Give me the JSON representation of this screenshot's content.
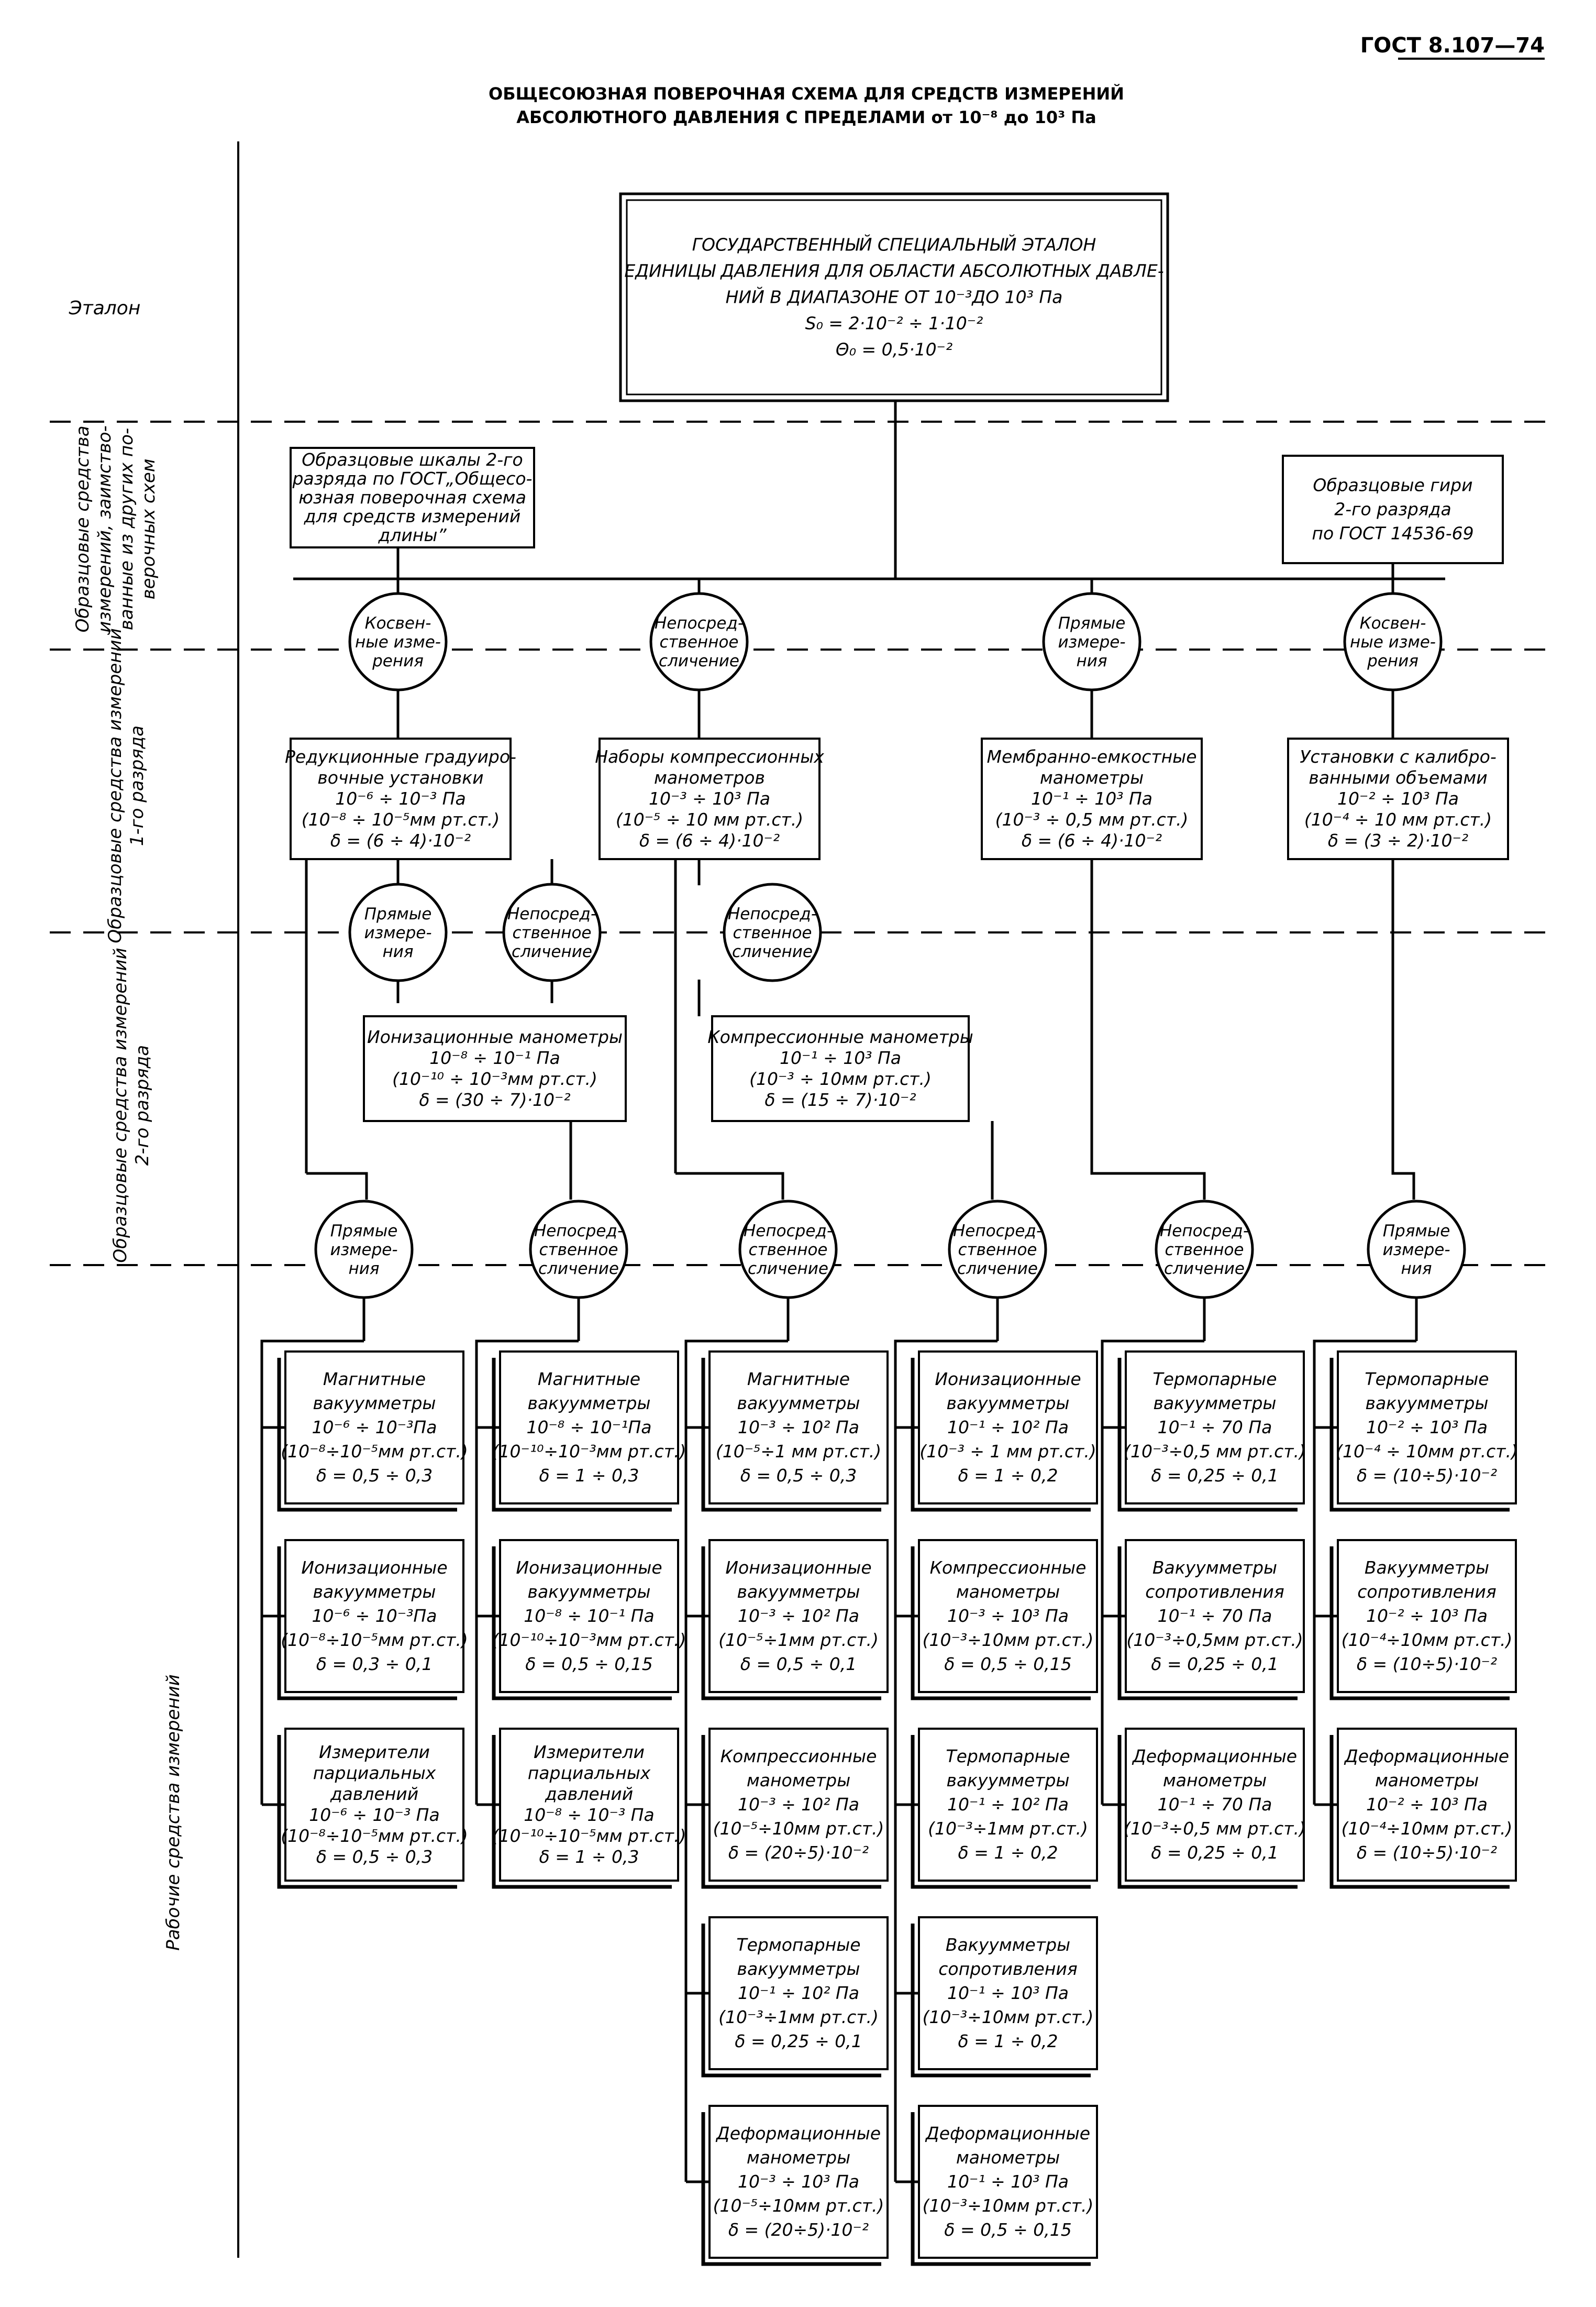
{
  "header": {
    "doc_code": "ГОСТ 8.107—74",
    "title_line1": "ОБЩЕСОЮЗНАЯ ПОВЕРОЧНАЯ СХЕМА ДЛЯ СРЕДСТВ ИЗМЕРЕНИЙ",
    "title_line2": "АБСОЛЮТНОГО ДАВЛЕНИЯ С ПРЕДЕЛАМИ от 10⁻⁸ до 10³ Па"
  },
  "categories": [
    {
      "id": "cat-etalon",
      "lines": [
        "Эталон"
      ]
    },
    {
      "id": "cat-borrowed",
      "lines": [
        "Образцовые средства",
        "измерений, заимство-",
        "ванные из других по-",
        "верочных схем"
      ]
    },
    {
      "id": "cat-rank1",
      "lines": [
        "Образцовые средства измерений",
        "1-го разряда"
      ]
    },
    {
      "id": "cat-rank2",
      "lines": [
        "Образцовые средства измерений",
        "2-го разряда"
      ]
    },
    {
      "id": "cat-working",
      "lines": [
        "Рабочие   средства   измерений"
      ]
    }
  ],
  "etalon": {
    "lines": [
      "ГОСУДАРСТВЕННЫЙ СПЕЦИАЛЬНЫЙ ЭТАЛОН",
      "ЕДИНИЦЫ ДАВЛЕНИЯ ДЛЯ ОБЛАСТИ АБСОЛЮТНЫХ ДАВЛЕ-",
      "НИЙ В ДИАПАЗОНЕ ОТ 10⁻³ДО 10³ Па",
      "S₀ = 2·10⁻² ÷ 1·10⁻²",
      "Θ₀ = 0,5·10⁻²"
    ]
  },
  "borrowed": {
    "scales": [
      "Образцовые шкалы 2-го",
      "разряда по ГОСТ„Общесо-",
      "юзная поверочная схема",
      "для средств измерений",
      "длины”"
    ],
    "weights": [
      "Образцовые гири",
      "2-го разряда",
      "по ГОСТ 14536-69"
    ]
  },
  "methods": {
    "indirect": [
      "Косвен-",
      "ные изме-",
      "рения"
    ],
    "direct_compare": [
      "Непосред-",
      "ственное",
      "сличение"
    ],
    "direct": [
      "Прямые",
      "измере-",
      "ния"
    ]
  },
  "rank1": [
    [
      "Редукционные градуиро-",
      "вочные установки",
      "10⁻⁶ ÷ 10⁻³ Па",
      "(10⁻⁸ ÷ 10⁻⁵мм рт.ст.)",
      "δ = (6 ÷ 4)·10⁻²"
    ],
    [
      "Наборы компрессионных",
      "манометров",
      "10⁻³ ÷ 10³ Па",
      "(10⁻⁵ ÷ 10 мм рт.ст.)",
      "δ = (6 ÷ 4)·10⁻²"
    ],
    [
      "Мембранно-емкостные",
      "манометры",
      "10⁻¹ ÷ 10³ Па",
      "(10⁻³ ÷ 0,5 мм рт.ст.)",
      "δ = (6 ÷ 4)·10⁻²"
    ],
    [
      "Установки с калибро-",
      "ванными объемами",
      "10⁻² ÷ 10³ Па",
      "(10⁻⁴ ÷ 10 мм рт.ст.)",
      "δ = (3 ÷ 2)·10⁻²"
    ]
  ],
  "rank2": [
    [
      "Ионизационные манометры",
      "10⁻⁸ ÷ 10⁻¹ Па",
      "(10⁻¹⁰ ÷ 10⁻³мм рт.ст.)",
      "δ = (30 ÷ 7)·10⁻²"
    ],
    [
      "Компрессионные манометры",
      "10⁻¹ ÷ 10³ Па",
      "(10⁻³ ÷ 10мм рт.ст.)",
      "δ = (15 ÷ 7)·10⁻²"
    ]
  ],
  "working": [
    [
      [
        "Магнитные",
        "вакуумметры",
        "10⁻⁶ ÷ 10⁻³Па",
        "(10⁻⁸÷10⁻⁵мм рт.ст.)",
        "δ = 0,5 ÷ 0,3"
      ],
      [
        "Ионизационные",
        "вакуумметры",
        "10⁻⁶ ÷ 10⁻³Па",
        "(10⁻⁸÷10⁻⁵мм рт.ст.)",
        "δ = 0,3 ÷ 0,1"
      ],
      [
        "Измерители",
        "парциальных",
        "давлений",
        "10⁻⁶ ÷ 10⁻³ Па",
        "(10⁻⁸÷10⁻⁵мм рт.ст.)",
        "δ = 0,5 ÷ 0,3"
      ]
    ],
    [
      [
        "Магнитные",
        "вакуумметры",
        "10⁻⁸ ÷ 10⁻¹Па",
        "(10⁻¹⁰÷10⁻³мм рт.ст.)",
        "δ = 1 ÷ 0,3"
      ],
      [
        "Ионизационные",
        "вакуумметры",
        "10⁻⁸ ÷ 10⁻¹ Па",
        "(10⁻¹⁰÷10⁻³мм рт.ст.)",
        "δ = 0,5 ÷ 0,15"
      ],
      [
        "Измерители",
        "парциальных",
        "давлений",
        "10⁻⁸ ÷ 10⁻³ Па",
        "(10⁻¹⁰÷10⁻⁵мм рт.ст.)",
        "δ = 1 ÷ 0,3"
      ]
    ],
    [
      [
        "Магнитные",
        "вакуумметры",
        "10⁻³ ÷ 10² Па",
        "(10⁻⁵÷1 мм рт.ст.)",
        "δ = 0,5 ÷ 0,3"
      ],
      [
        "Ионизационные",
        "вакуумметры",
        "10⁻³ ÷ 10² Па",
        "(10⁻⁵÷1мм рт.ст.)",
        "δ = 0,5 ÷ 0,1"
      ],
      [
        "Компрессионные",
        "манометры",
        "10⁻³ ÷ 10² Па",
        "(10⁻⁵÷10мм рт.ст.)",
        "δ = (20÷5)·10⁻²"
      ],
      [
        "Термопарные",
        "вакуумметры",
        "10⁻¹ ÷ 10² Па",
        "(10⁻³÷1мм рт.ст.)",
        "δ = 0,25 ÷ 0,1"
      ],
      [
        "Деформационные",
        "манометры",
        "10⁻³ ÷ 10³ Па",
        "(10⁻⁵÷10мм рт.ст.)",
        "δ = (20÷5)·10⁻²"
      ]
    ],
    [
      [
        "Ионизационные",
        "вакуумметры",
        "10⁻¹ ÷ 10² Па",
        "(10⁻³ ÷ 1 мм рт.ст.)",
        "δ = 1 ÷ 0,2"
      ],
      [
        "Компрессионные",
        "манометры",
        "10⁻³ ÷ 10³ Па",
        "(10⁻³÷10мм рт.ст.)",
        "δ = 0,5 ÷ 0,15"
      ],
      [
        "Термопарные",
        "вакуумметры",
        "10⁻¹ ÷ 10² Па",
        "(10⁻³÷1мм рт.ст.)",
        "δ = 1 ÷ 0,2"
      ],
      [
        "Вакуумметры",
        "сопротивления",
        "10⁻¹ ÷ 10³ Па",
        "(10⁻³÷10мм рт.ст.)",
        "δ = 1 ÷ 0,2"
      ],
      [
        "Деформационные",
        "манометры",
        "10⁻¹ ÷ 10³ Па",
        "(10⁻³÷10мм рт.ст.)",
        "δ = 0,5 ÷ 0,15"
      ]
    ],
    [
      [
        "Термопарные",
        "вакуумметры",
        "10⁻¹ ÷ 70 Па",
        "(10⁻³÷0,5 мм рт.ст.)",
        "δ = 0,25 ÷ 0,1"
      ],
      [
        "Вакуумметры",
        "сопротивления",
        "10⁻¹ ÷ 70 Па",
        "(10⁻³÷0,5мм рт.ст.)",
        "δ = 0,25 ÷ 0,1"
      ],
      [
        "Деформационные",
        "манометры",
        "10⁻¹ ÷ 70 Па",
        "(10⁻³÷0,5 мм рт.ст.)",
        "δ = 0,25 ÷ 0,1"
      ]
    ],
    [
      [
        "Термопарные",
        "вакуумметры",
        "10⁻² ÷ 10³ Па",
        "(10⁻⁴ ÷ 10мм рт.ст.)",
        "δ = (10÷5)·10⁻²"
      ],
      [
        "Вакуумметры",
        "сопротивления",
        "10⁻² ÷ 10³ Па",
        "(10⁻⁴÷10мм рт.ст.)",
        "δ = (10÷5)·10⁻²"
      ],
      [
        "Деформационные",
        "манометры",
        "10⁻² ÷ 10³ Па",
        "(10⁻⁴÷10мм рт.ст.)",
        "δ = (10÷5)·10⁻²"
      ]
    ]
  ]
}
